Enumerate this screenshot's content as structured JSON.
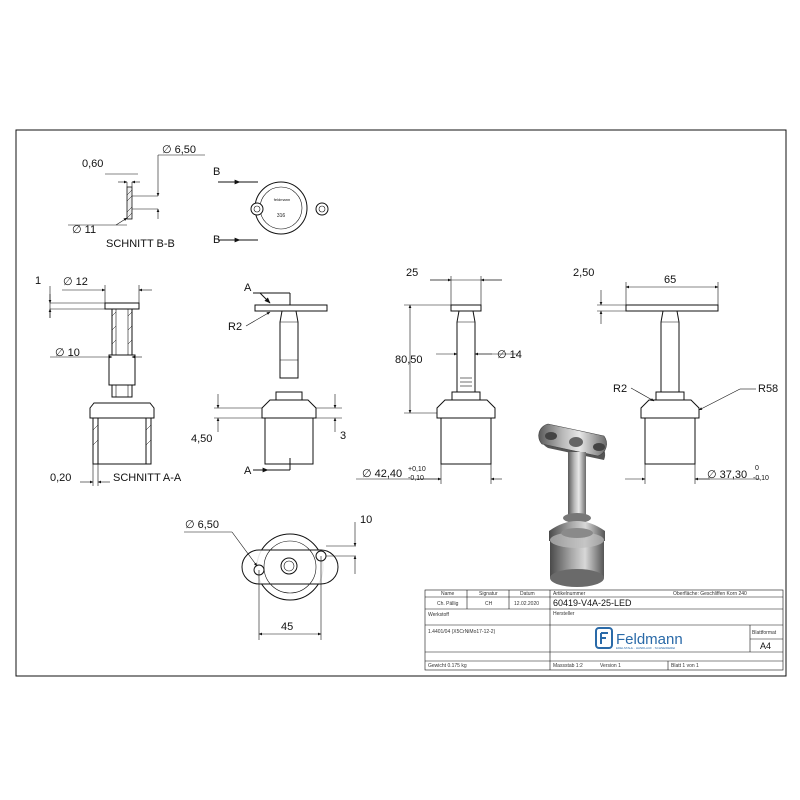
{
  "views": {
    "section_bb": {
      "label": "SCHNITT B-B",
      "dims": {
        "thickness": "0,60",
        "hole_dia": "∅ 6,50",
        "outer_dia": "∅ 11"
      }
    },
    "top_view": {
      "cut_mark_top": "B",
      "cut_mark_bottom": "B",
      "logo_text": "feldmann",
      "material_text": "316"
    },
    "section_aa": {
      "label": "SCHNITT A-A",
      "dims": {
        "wall": "1",
        "tube_top_dia": "∅ 12",
        "tube_dia": "∅ 10",
        "gap": "0,20"
      }
    },
    "front_view": {
      "cut_mark_top": "A",
      "cut_mark_bottom": "A",
      "dims": {
        "radius": "R2",
        "collar_height": "4,50",
        "collar_step": "3"
      }
    },
    "side_view": {
      "dims": {
        "plate_width": "25",
        "height": "80,50",
        "shaft_dia": "∅ 14",
        "base_dia": "∅ 42,40",
        "tol_plus": "+0,10",
        "tol_minus": "-0,10"
      }
    },
    "right_view": {
      "dims": {
        "plate_thickness": "2,50",
        "plate_length": "65",
        "radius_small": "R2",
        "radius_large": "R58",
        "base_dia": "∅ 37,30",
        "tol_plus": "0",
        "tol_minus": "-0,10"
      }
    },
    "bottom_view": {
      "dims": {
        "hole_dia": "∅ 6,50",
        "offset": "10",
        "hole_spacing": "45"
      }
    }
  },
  "title_block": {
    "headers": {
      "name": "Name",
      "signature": "Signatur",
      "date": "Datum",
      "article": "Artikelnummer",
      "surface": "Oberfläche: Geschliffen Korn 240"
    },
    "drawn_by": "Ch. Pällig",
    "signature": "CH",
    "date": "12.02.2020",
    "article_number": "60419-V4A-25-LED",
    "manufacturer_label": "Hersteller",
    "material_label": "Werkstoff",
    "material_value": "1.4401/04 (X5CrNiMo17-12-2)",
    "company": "Feldmann",
    "company_tagline": "EDELSTAHL · HANDLAUF · SCHNEIDEREI",
    "format_label": "Blattformat",
    "format_value": "A4",
    "weight": "Gewicht 0.175 kg",
    "scale": "Massstab 1:2",
    "version": "Version 1",
    "sheet": "Blatt 1 von 1"
  }
}
